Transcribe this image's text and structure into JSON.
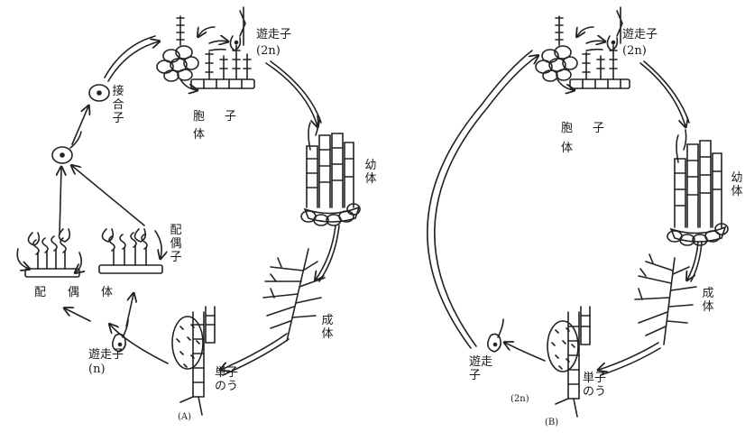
{
  "diagram_A": {
    "panel_label": "(A)",
    "zoospore_2n": "遊走子(2n)",
    "sporophyte": "胞子体",
    "juvenile": "幼体",
    "adult": "成体",
    "sporangium": "単子のう",
    "zoospore_n": "遊走子(n)",
    "gametophyte": "配偶体",
    "gamete": "配偶子",
    "zygote": "接合子"
  },
  "diagram_B": {
    "panel_label": "(B)",
    "zoospore_2n_top": "遊走子(2n)",
    "sporophyte": "胞子体",
    "juvenile": "幼体",
    "adult": "成体",
    "sporangium": "単子のう",
    "zoospore_2n_bottom": "遊走子",
    "zoospore_2n_bottom_ploidy": "(2n)"
  }
}
